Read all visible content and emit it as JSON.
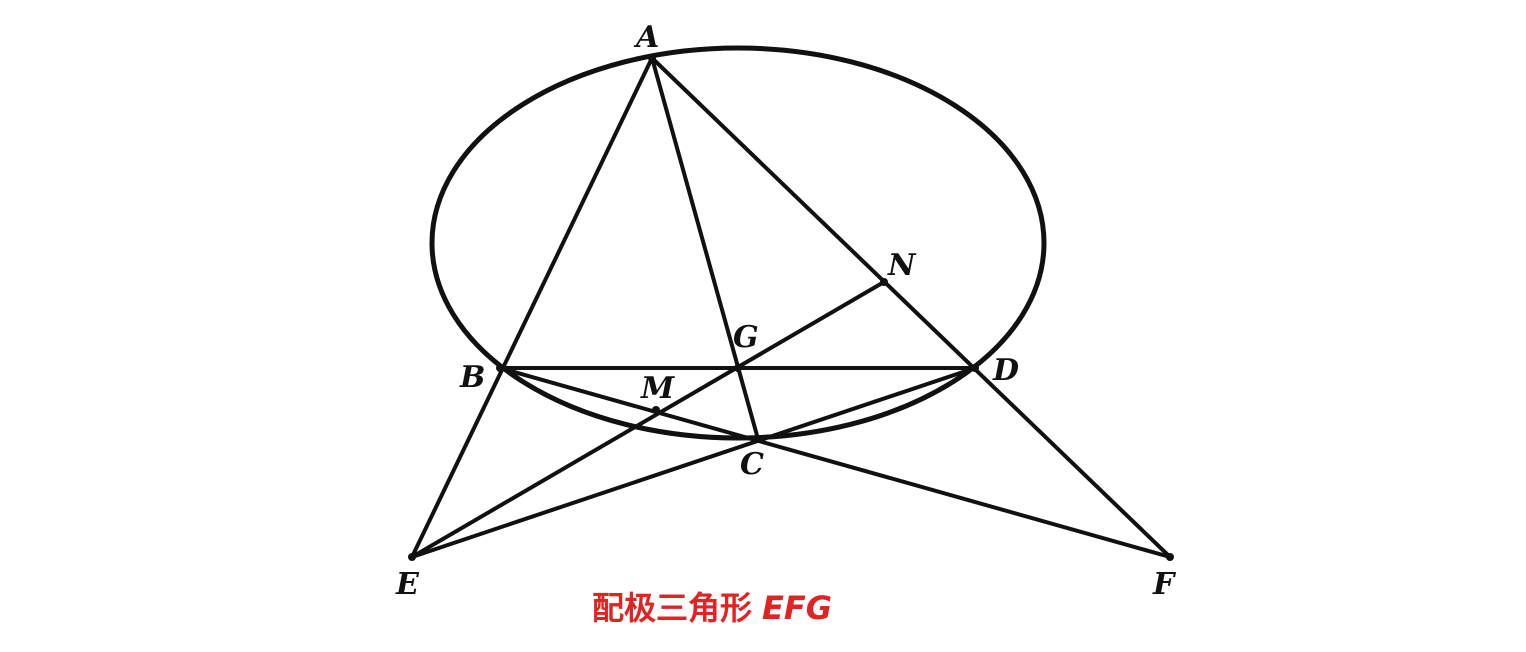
{
  "figure": {
    "points": {
      "A": "A",
      "B": "B",
      "C": "C",
      "D": "D",
      "E": "E",
      "F": "F",
      "G": "G",
      "M": "M",
      "N": "N"
    },
    "caption": {
      "text": "配极三角形",
      "label": "EFG"
    },
    "colors": {
      "stroke": "#111111",
      "caption": "#e02424",
      "background": "#ffffff"
    }
  }
}
